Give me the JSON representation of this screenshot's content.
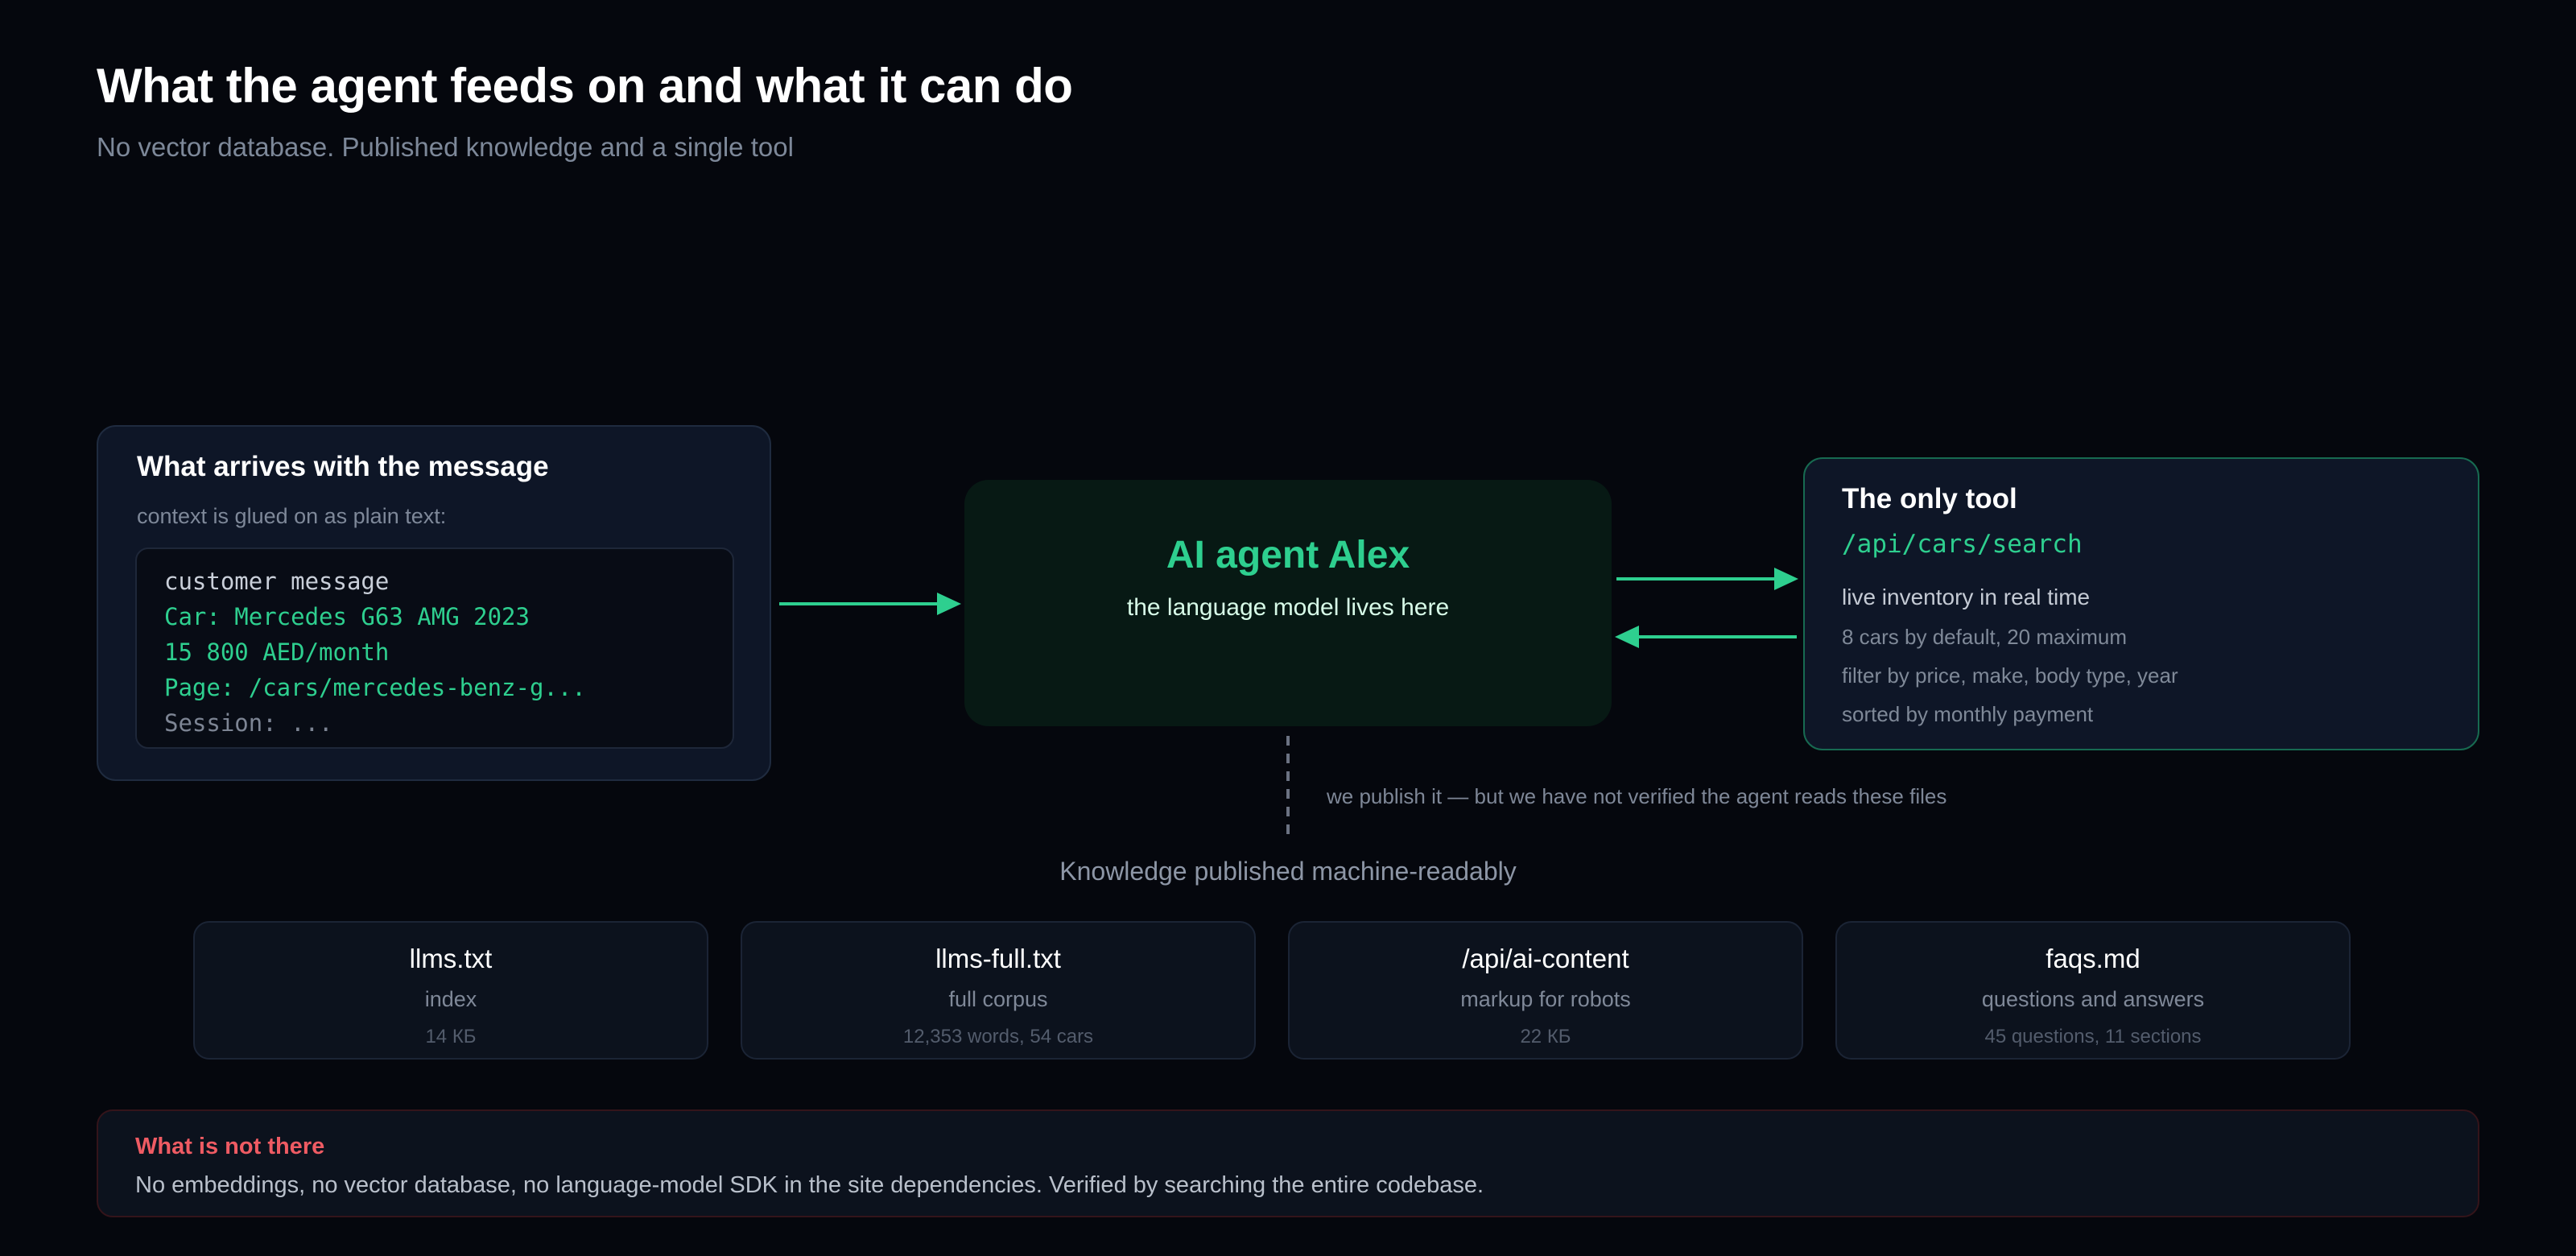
{
  "header": {
    "title": "What the agent feeds on and what it can do",
    "subtitle": "No vector database. Published knowledge and a single tool"
  },
  "input_card": {
    "title": "What arrives with the message",
    "subtitle": "context is glued on as plain text:",
    "code_lines": [
      "customer message",
      "Car: Mercedes G63 AMG 2023",
      "15 800 AED/month",
      "Page: /cars/mercedes-benz-g...",
      "Session: ..."
    ]
  },
  "agent": {
    "title": "AI agent Alex",
    "subtitle": "the language model lives here"
  },
  "tool_card": {
    "title": "The only tool",
    "endpoint": "/api/cars/search",
    "lead": "live inventory in real time",
    "details": [
      "8 cars by default, 20 maximum",
      "filter by price, make, body type, year",
      "sorted by monthly payment"
    ]
  },
  "dashed_note": "we publish it — but we have not verified the agent reads these files",
  "knowledge": {
    "heading": "Knowledge published machine-readably",
    "items": [
      {
        "name": "llms.txt",
        "desc": "index",
        "meta": "14 КБ"
      },
      {
        "name": "llms-full.txt",
        "desc": "full corpus",
        "meta": "12,353 words, 54 cars"
      },
      {
        "name": "/api/ai-content",
        "desc": "markup for robots",
        "meta": "22 КБ"
      },
      {
        "name": "faqs.md",
        "desc": "questions and answers",
        "meta": "45 questions, 11 sections"
      }
    ]
  },
  "missing": {
    "title": "What is not there",
    "text": "No embeddings, no vector database, no language-model SDK in the site dependencies. Verified by searching the entire codebase."
  },
  "colors": {
    "background": "#05070d",
    "accent_green": "#2ecf8f",
    "warning_red": "#ef5b63",
    "card_bg": "#0e1627"
  }
}
